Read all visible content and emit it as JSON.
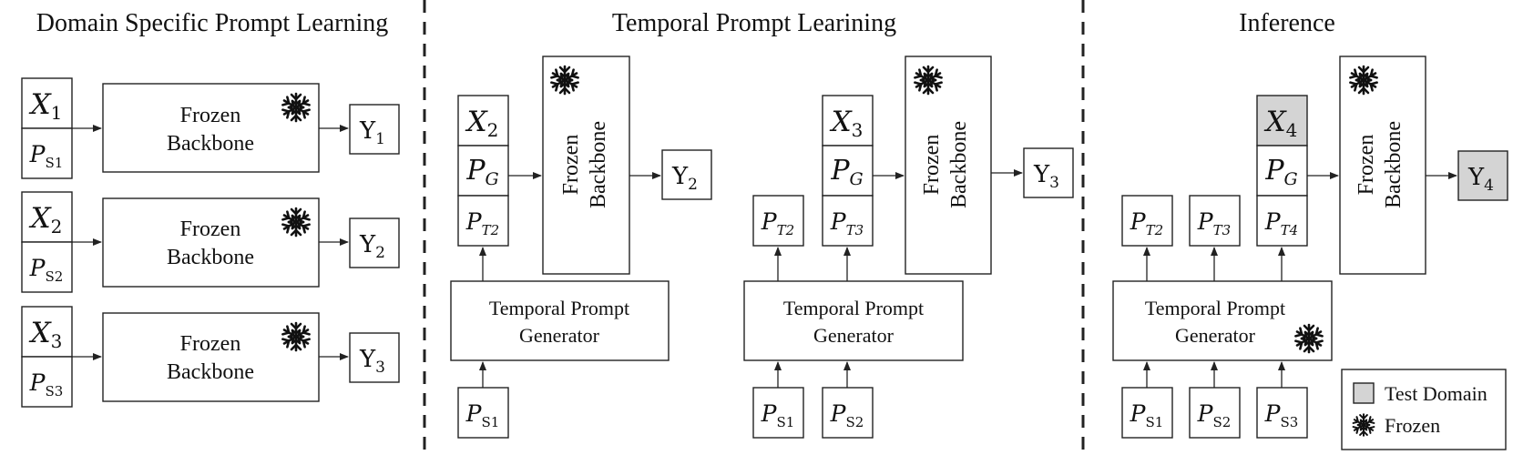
{
  "titles": {
    "domain_specific": "Domain Specific Prompt Learning",
    "temporal": "Temporal Prompt Learining",
    "inference": "Inference"
  },
  "labels": {
    "frozen": "Frozen",
    "backbone": "Backbone",
    "frozen_backbone": "Frozen Backbone",
    "temporal_prompt": "Temporal Prompt",
    "generator": "Generator"
  },
  "symbols": {
    "x_main": "X",
    "y_main": "Y",
    "p_main": "P",
    "sub_g": "G",
    "sub_1": "1",
    "sub_2": "2",
    "sub_3": "3",
    "sub_4": "4",
    "sub_s1": "S1",
    "sub_s2": "S2",
    "sub_s3": "S3",
    "sub_t2": "T2",
    "sub_t3": "T3",
    "sub_t4": "T4"
  },
  "legend": {
    "test_domain": "Test Domain",
    "frozen": "Frozen"
  },
  "colors": {
    "test_domain_fill": "#d4d4d4",
    "stroke": "#222222"
  },
  "icons": {
    "frozen": "snowflake-icon"
  }
}
